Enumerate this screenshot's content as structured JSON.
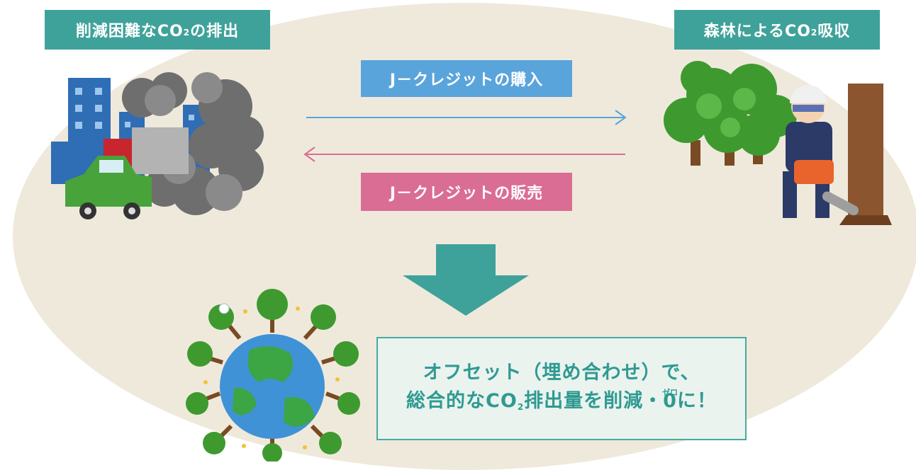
{
  "left_label": {
    "main": "削減困難なCO",
    "sub": "2",
    "tail": "の排出"
  },
  "right_label": {
    "main": "森林によるCO",
    "sub": "2",
    "tail": "吸収"
  },
  "buy_label": "J－クレジットの購入",
  "sell_label": "J－クレジットの販売",
  "result": {
    "line1": "オフセット（埋め合わせ）で、",
    "line2_main": "総合的なCO",
    "line2_sub": "2",
    "line2_tail": "排出量を削減・",
    "zero": "0",
    "zero_ruby": "ゼロ",
    "line2_end": "に！"
  },
  "colors": {
    "teal": "#3fa29a",
    "blue": "#5aa4dc",
    "pink": "#da6d93",
    "ellipse": "#efe9dc",
    "result_text": "#2f9a91"
  },
  "icons": [
    "city-emission-illustration",
    "forest-worker-illustration",
    "earth-trees-illustration",
    "down-arrow"
  ]
}
